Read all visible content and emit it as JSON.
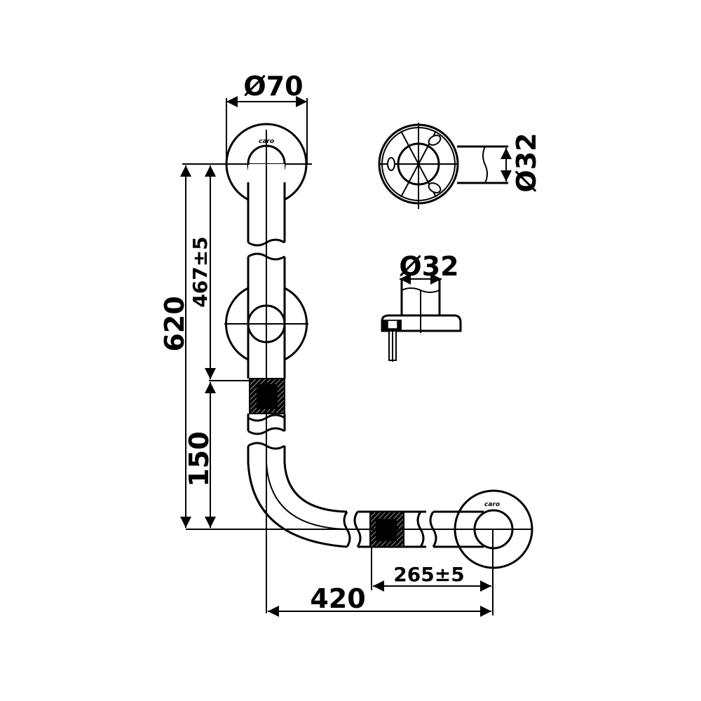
{
  "dimensions": {
    "flange_diameter": "Ø70",
    "tube_diameter_top_view": "Ø32",
    "tube_diameter_side_view": "Ø32",
    "total_height": "620",
    "upper_span": "467±5",
    "lower_offset": "150",
    "total_width": "420",
    "horizontal_span": "265±5"
  },
  "logo": "caro"
}
